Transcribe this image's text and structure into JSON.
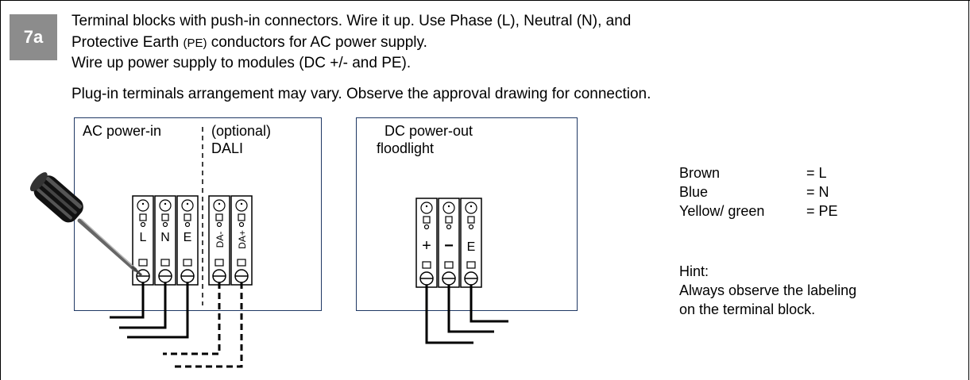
{
  "step": {
    "number": "7a",
    "color": "#8c8c8c"
  },
  "instructions": {
    "line1": "Terminal blocks with push-in connectors. Wire it up. Use Phase (L), Neutral (N), and",
    "line2_main": "Protective Earth ",
    "line2_small": "(PE)",
    "line2_end": " conductors for AC power supply.",
    "line3": "Wire up power supply to modules (DC +/- and PE).",
    "line4": "Plug-in terminals arrangement may vary. Observe the approval drawing for connection."
  },
  "ac_panel": {
    "title": "AC power-in",
    "optional_label": "(optional)",
    "dali_label": "DALI",
    "terminals": [
      "L",
      "N",
      "E",
      "DA-",
      "DA+"
    ]
  },
  "dc_panel": {
    "title_line1": "DC power-out",
    "title_line2": "floodlight",
    "terminals": [
      "+",
      "−",
      "E"
    ]
  },
  "legend": {
    "rows": [
      {
        "color_name": "Brown",
        "meaning": "= L"
      },
      {
        "color_name": "Blue",
        "meaning": "= N"
      },
      {
        "color_name": "Yellow/ green",
        "meaning": "= PE"
      }
    ],
    "hint_title": "Hint:",
    "hint_line1": "Always observe the labeling",
    "hint_line2": "on the terminal block."
  },
  "icons": {
    "screwdriver": "screwdriver-icon"
  },
  "colors": {
    "panel_border": "#1f3864"
  }
}
